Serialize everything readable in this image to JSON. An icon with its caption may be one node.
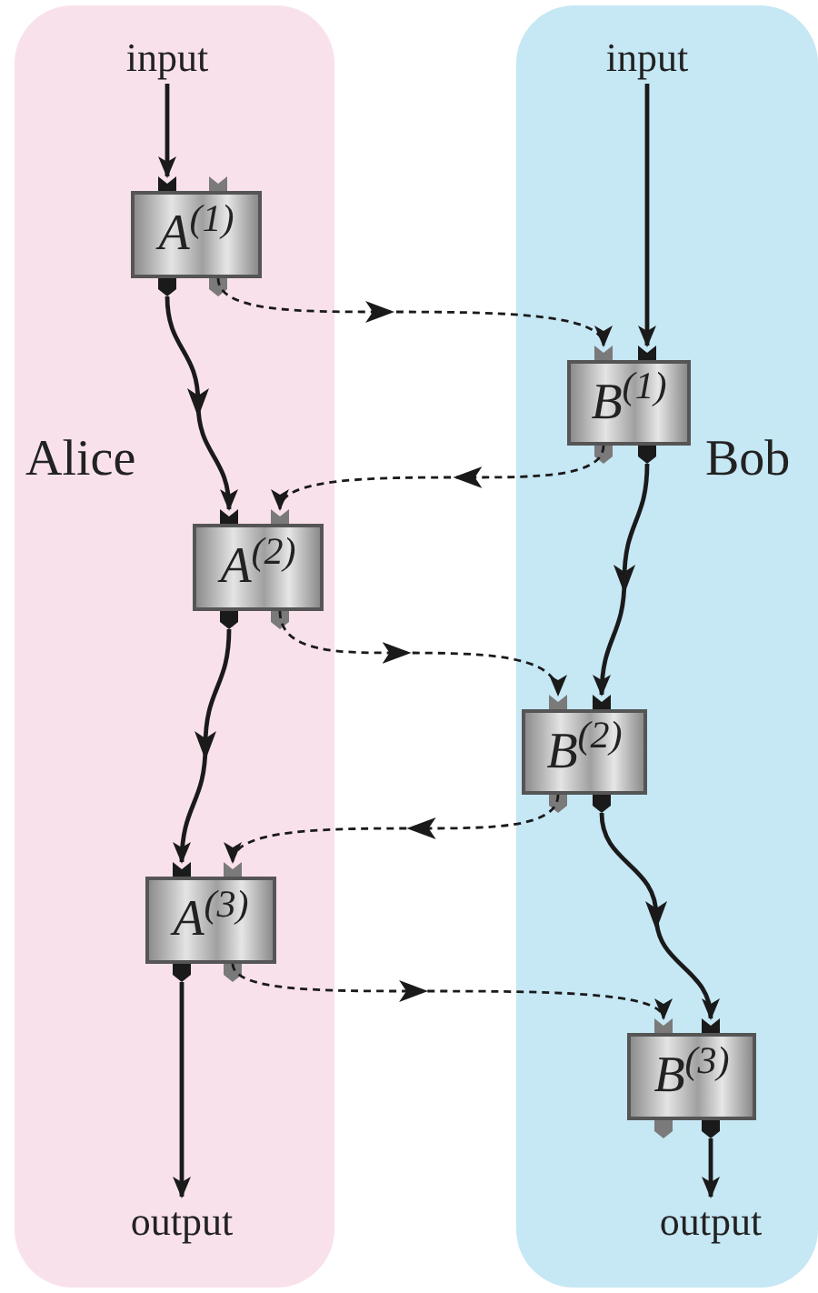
{
  "diagram": {
    "nodes": [
      {
        "text": [
          "Alice"
        ]
      },
      {
        "text": [
          "Bob"
        ]
      },
      {
        "text": [
          "input"
        ],
        "in": 0
      },
      {
        "text": [
          "A$^{(1)}$"
        ],
        "in": 0
      },
      {
        "text": [
          "A$^{(2)}$"
        ],
        "in": 0
      },
      {
        "text": [
          "A$^{(3)}$"
        ],
        "in": 0
      },
      {
        "text": [
          "output"
        ],
        "in": 0
      },
      {
        "text": [
          "input"
        ],
        "in": 1
      },
      {
        "text": [
          "B$^{(1)}$"
        ],
        "in": 1
      },
      {
        "text": [
          "B$^{(2)}$"
        ],
        "in": 1
      },
      {
        "text": [
          "B$^{(3)}$"
        ],
        "in": 1
      },
      {
        "text": [
          "output"
        ],
        "in": 1
      }
    ],
    "edges": [
      {
        "from": 2,
        "to": 3,
        "arrow": "to"
      },
      {
        "from": 3,
        "to": 4,
        "arrow": "to"
      },
      {
        "from": 4,
        "to": 5,
        "arrow": "to"
      },
      {
        "from": 5,
        "to": 6,
        "arrow": "to"
      },
      {
        "from": 7,
        "to": 8,
        "arrow": "to"
      },
      {
        "from": 8,
        "to": 9,
        "arrow": "to"
      },
      {
        "from": 9,
        "to": 10,
        "arrow": "to"
      },
      {
        "from": 10,
        "to": 11,
        "arrow": "to"
      },
      {
        "from": 3,
        "to": 8,
        "arrow": "to",
        "style": "dashed"
      },
      {
        "from": 8,
        "to": 4,
        "arrow": "to",
        "style": "dashed"
      },
      {
        "from": 4,
        "to": 9,
        "arrow": "to",
        "style": "dashed"
      },
      {
        "from": 9,
        "to": 5,
        "arrow": "to",
        "style": "dashed"
      },
      {
        "from": 5,
        "to": 10,
        "arrow": "to",
        "style": "dashed"
      }
    ]
  }
}
